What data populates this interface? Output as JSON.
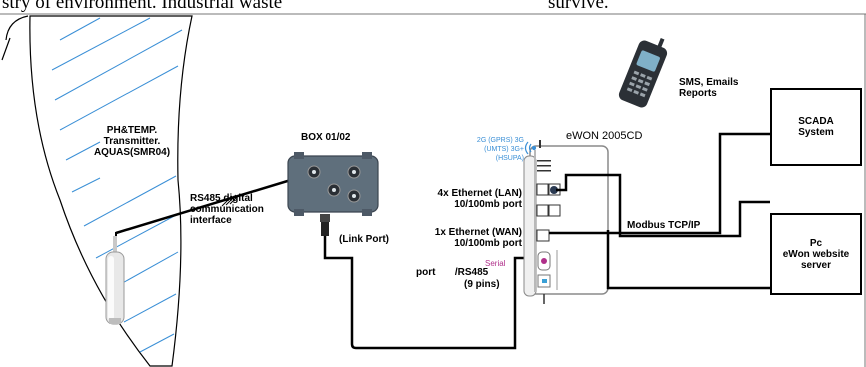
{
  "top_text": {
    "left": "stry of environment. Industrial waste",
    "right": "survive."
  },
  "labels": {
    "transmitter": "PH&TEMP.\nTransmitter.\nAQUAS(SMR04)",
    "rs485": "RS485 digital\ncommunication\ninterface",
    "box": "BOX 01/02",
    "link_port": "(Link Port)",
    "ewon": "eWON 2005CD",
    "networks": "2G (GPRS)\n3G (UMTS)\n3G+ (HSUPA)",
    "lan": "4x Ethernet (LAN)\n10/100mb port",
    "wan": "1x Ethernet (WAN)\n10/100mb port",
    "serial": "Serial",
    "serial_port": "port       /RS485",
    "pins": "(9 pins)",
    "sms": "SMS, Emails\nReports",
    "modbus": "Modbus TCP/IP",
    "scada": "SCADA\nSystem",
    "pc": "Pc\neWon website\nserver"
  },
  "colors": {
    "hatch": "#3a8fd6",
    "serial": "#b0308a",
    "network": "#3a8fd6"
  }
}
